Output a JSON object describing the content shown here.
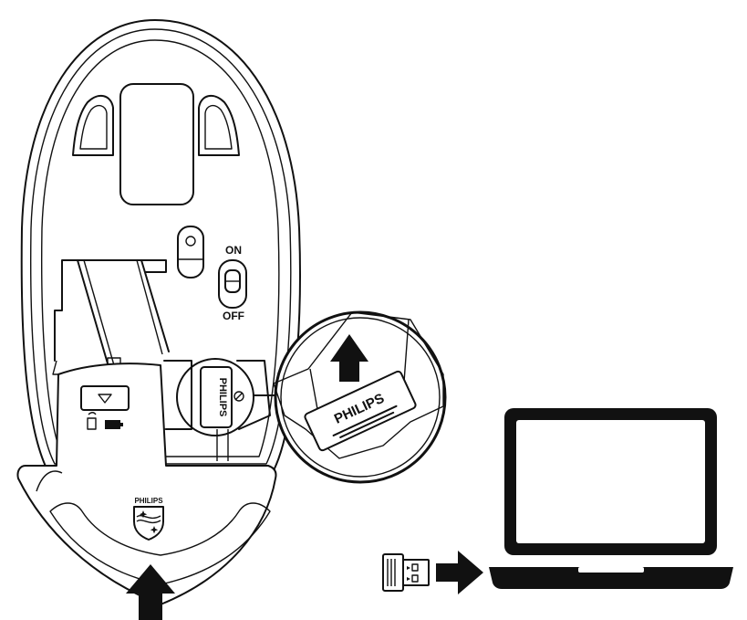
{
  "diagram": {
    "switch": {
      "on_label": "ON",
      "off_label": "OFF"
    },
    "receiver_brand": "PHILIPS",
    "cover_brand": "PHILIPS",
    "zoom_brand": "PHILIPS"
  },
  "colors": {
    "ink": "#111111",
    "background": "#ffffff"
  },
  "icons": [
    "mouse-underside",
    "battery-cover",
    "eject-button-icon",
    "receiver-icon",
    "battery-icon",
    "philips-shield-logo",
    "zoom-circle",
    "up-arrow-icon",
    "right-arrow-icon",
    "usb-receiver",
    "laptop"
  ]
}
